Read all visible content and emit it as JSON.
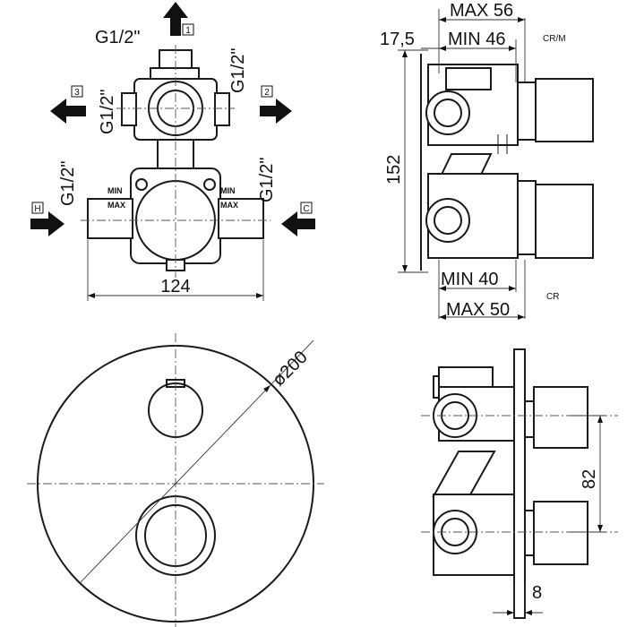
{
  "dimensions": {
    "g_half_inch": "G1/2\"",
    "width_124": "124",
    "height_152": "152",
    "offset_17_5": "17,5",
    "max_56": "MAX 56",
    "min_46": "MIN 46",
    "min_40": "MIN 40",
    "max_50": "MAX 50",
    "diameter_200": "ø200",
    "spacing_82": "82",
    "thickness_8": "8"
  },
  "flow_markers": {
    "outlet_1": "1",
    "outlet_2": "2",
    "outlet_3": "3",
    "inlet_hot": "H",
    "inlet_cold": "C"
  },
  "valve_labels": {
    "min": "MIN",
    "max": "MAX"
  },
  "finish_codes": {
    "upper": "CR/M",
    "lower": "CR"
  }
}
